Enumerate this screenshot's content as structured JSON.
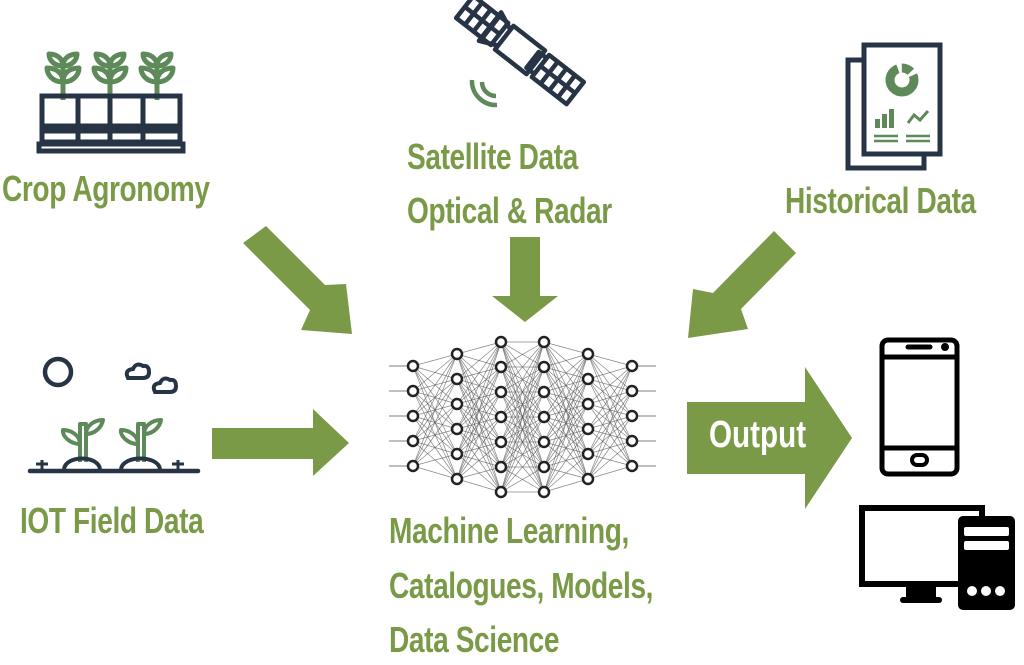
{
  "sources": {
    "crop_agronomy": {
      "label": "Crop Agronomy",
      "icon": "crop-planter-icon"
    },
    "satellite": {
      "label_line1": "Satellite Data",
      "label_line2": "Optical & Radar",
      "icon": "satellite-icon"
    },
    "historical": {
      "label": "Historical Data",
      "icon": "report-document-icon"
    },
    "iot": {
      "label": "IOT Field Data",
      "icon": "field-sprouts-icon"
    }
  },
  "processing": {
    "label_line1": "Machine Learning,",
    "label_line2": "Catalogues, Models,",
    "label_line3": "Data Science",
    "icon": "neural-network-icon"
  },
  "output": {
    "label": "Output",
    "devices": [
      "mobile-phone-icon",
      "desktop-computer-icon"
    ]
  },
  "colors": {
    "accent_green": "#7a9a47",
    "icon_green": "#5e8a5a",
    "icon_navy": "#263445",
    "device_black": "#000000"
  }
}
